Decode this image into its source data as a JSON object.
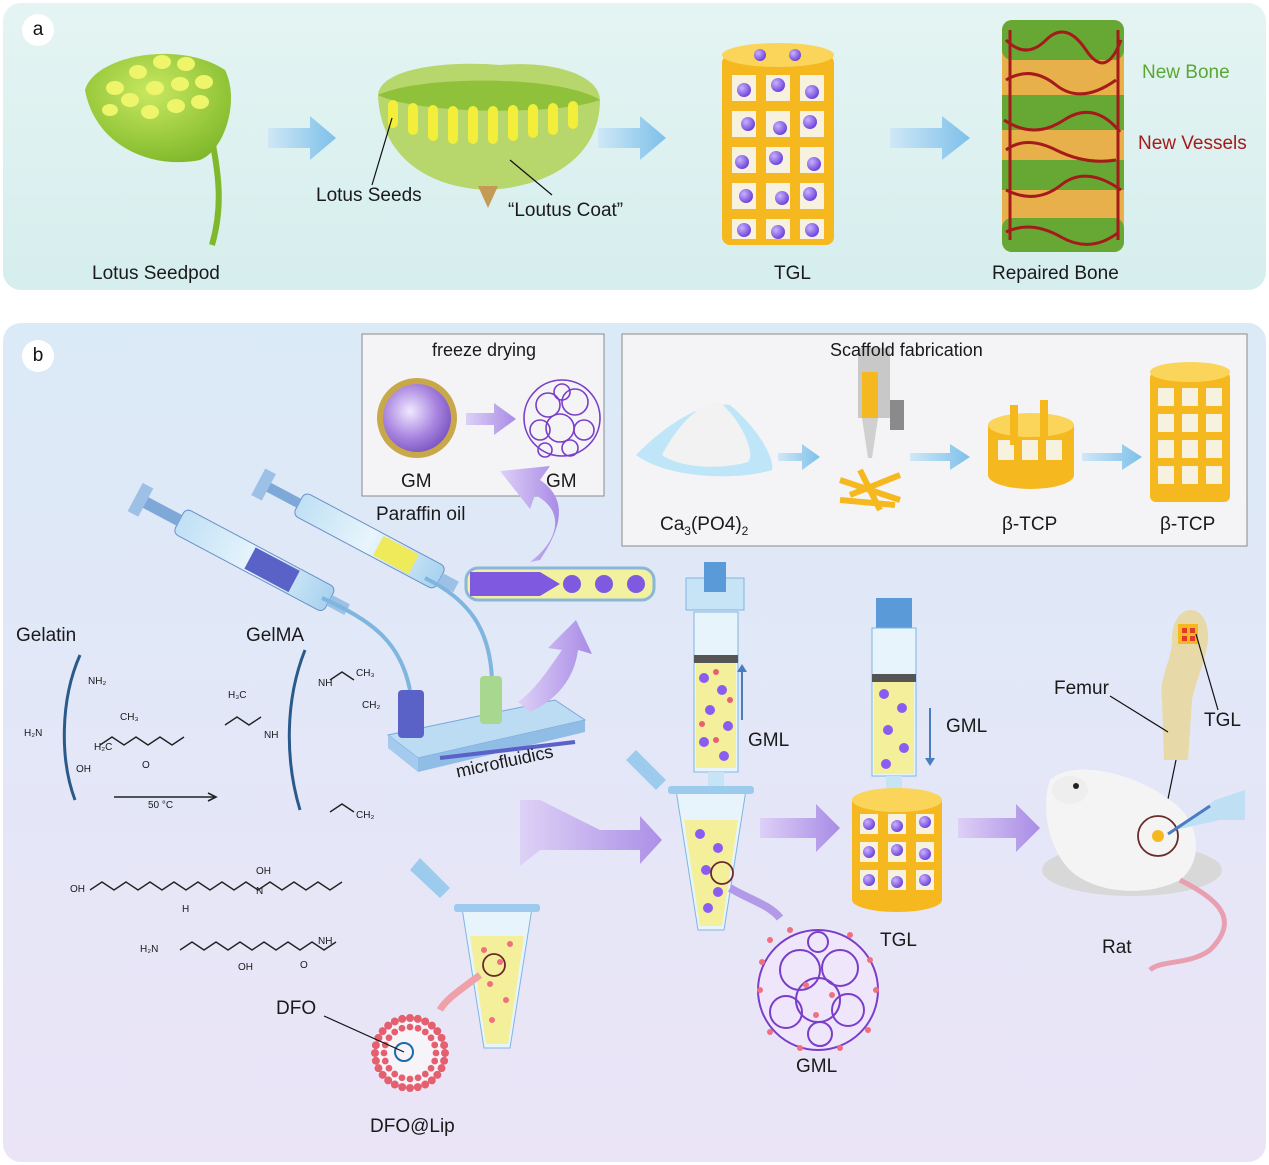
{
  "panel_a": {
    "letter": "a",
    "lotus_seedpod": "Lotus Seedpod",
    "lotus_seeds": "Lotus Seeds",
    "lotus_coat": "“Loutus Coat”",
    "tgl": "TGL",
    "repaired_bone": "Repaired Bone",
    "new_bone": "New Bone",
    "new_vessels": "New Vessels"
  },
  "panel_b": {
    "letter": "b",
    "freeze_drying": "freeze drying",
    "gm_left": "GM",
    "gm_right": "GM",
    "scaffold_fabrication": "Scaffold fabrication",
    "ca_main": "Ca",
    "ca_sub1": "3",
    "ca_mid": "(PO4)",
    "ca_sub2": "2",
    "btcp_1": "β-TCP",
    "btcp_2": "β-TCP",
    "paraffin_oil": "Paraffin oil",
    "gelma": "GelMA",
    "gelatin": "Gelatin",
    "microfluidics": "microfluidics",
    "temp": "50 °C",
    "gml_up": "GML",
    "gml_down": "GML",
    "gml_sphere": "GML",
    "tgl_scaffold": "TGL",
    "femur": "Femur",
    "tgl_femur": "TGL",
    "rat": "Rat",
    "dfo": "DFO",
    "dfo_lip": "DFO@Lip",
    "chem_nh2": "NH₂",
    "chem_h2n": "H₂N",
    "chem_oh": "OH",
    "chem_nh": "NH",
    "chem_ch3": "CH₃",
    "chem_h3c": "H₃C",
    "chem_ch2": "CH₂",
    "chem_h2c": "H₂C",
    "chem_o": "O",
    "chem_n": "N",
    "chem_h": "H"
  },
  "colors": {
    "panel_a_bg": "#dcf0ef",
    "panel_b_bg": "#e6e6f7",
    "scaffold": "#f5b81f",
    "bead": "#8a5cf0",
    "arrow_blue": "#8cc8ea",
    "arrow_purple": "#b39ae8",
    "lotus_green": "#9ccc3a",
    "new_bone": "#5aa832",
    "new_vessels": "#a51a1a"
  }
}
